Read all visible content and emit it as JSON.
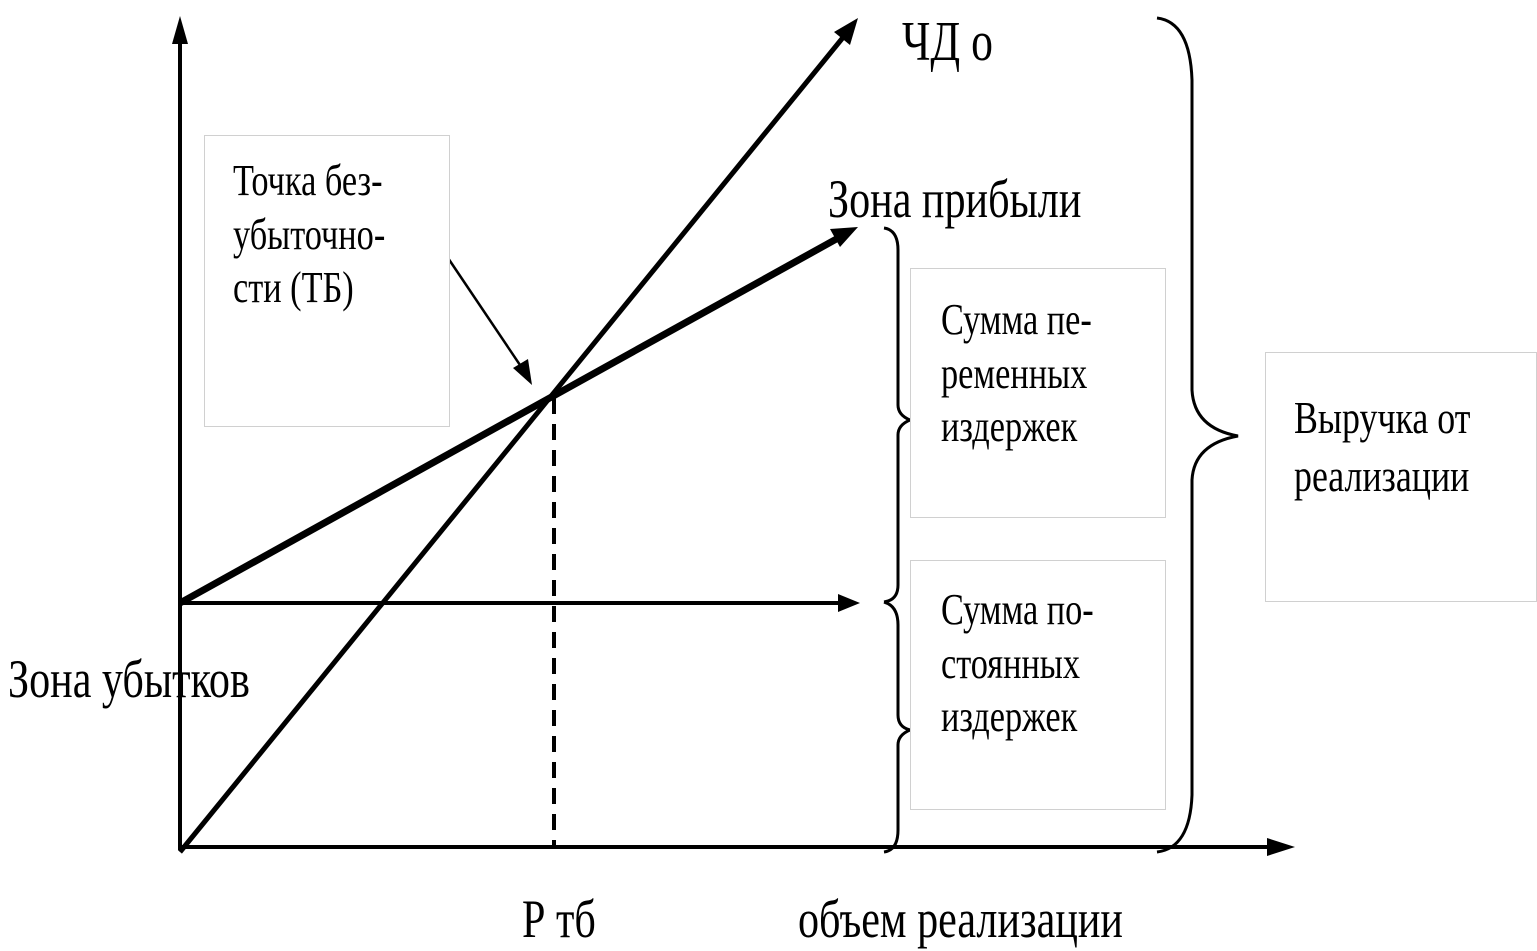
{
  "labels": {
    "net_income": "ЧД о",
    "profit_zone": "Зона прибыли",
    "loss_zone": "Зона убытков",
    "breakeven_volume": "Р тб",
    "x_axis": "объем реализации"
  },
  "breakeven_box": {
    "lines": [
      "Точка без-",
      "убыточно-",
      "сти (ТБ)"
    ]
  },
  "variable_costs_box": {
    "lines": [
      "Сумма пе-",
      "ременных",
      "издержек"
    ]
  },
  "fixed_costs_box": {
    "lines": [
      "Сумма по-",
      "стоянных",
      "издержек"
    ]
  },
  "revenue_box": {
    "lines": [
      "Выручка от",
      "реализации"
    ]
  },
  "colors": {
    "line": "#000000",
    "box_border": "#d0d0d0",
    "background": "#ffffff"
  }
}
